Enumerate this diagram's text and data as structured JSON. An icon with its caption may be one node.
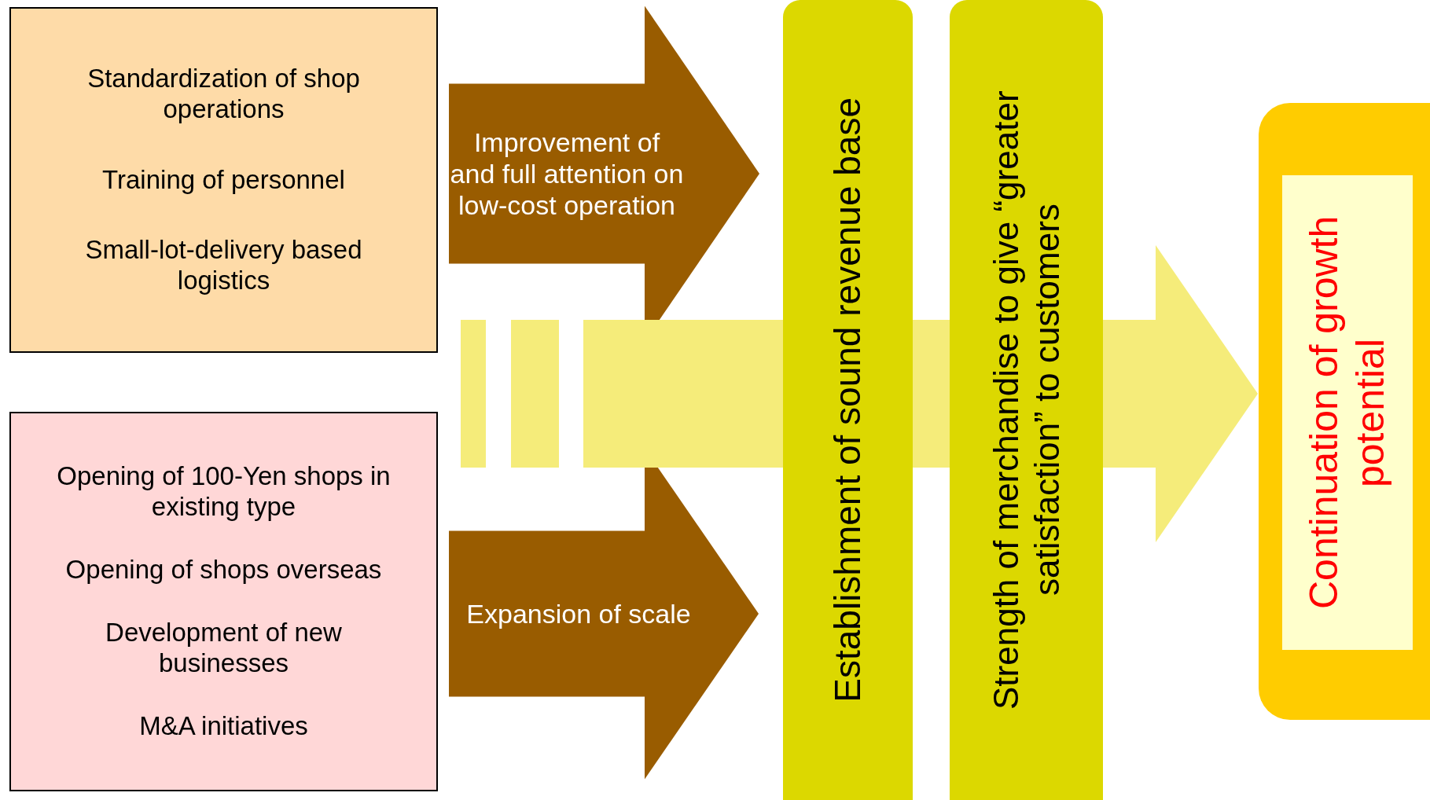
{
  "diagram": {
    "nodes": [
      {
        "text": [
          "Standardization of shop operations",
          "Training of personnel",
          "Small-lot-delivery based logistics"
        ]
      },
      {
        "text": [
          "Opening of 100-Yen shops in existing type",
          "Opening of shops overseas",
          "Development of new businesses",
          "M&A initiatives"
        ]
      },
      {
        "text": [
          "Establishment of sound revenue base"
        ]
      },
      {
        "text": [
          "Strength of merchandise to give “greater satisfaction” to customers"
        ]
      },
      {
        "text": [],
        "shape": "box"
      },
      {
        "text": [
          "Continuation of growth potential"
        ],
        "in": 4
      }
    ],
    "edges": [
      {
        "from": 0,
        "to": 2,
        "arrow": "to",
        "label": "Improvement of and full attention on low-cost operation"
      },
      {
        "from": 1,
        "to": 2,
        "arrow": "to",
        "label": "Expansion of scale"
      },
      {
        "from": null,
        "to": 4,
        "arrow": "to",
        "color": "#f5ec7a"
      }
    ]
  }
}
